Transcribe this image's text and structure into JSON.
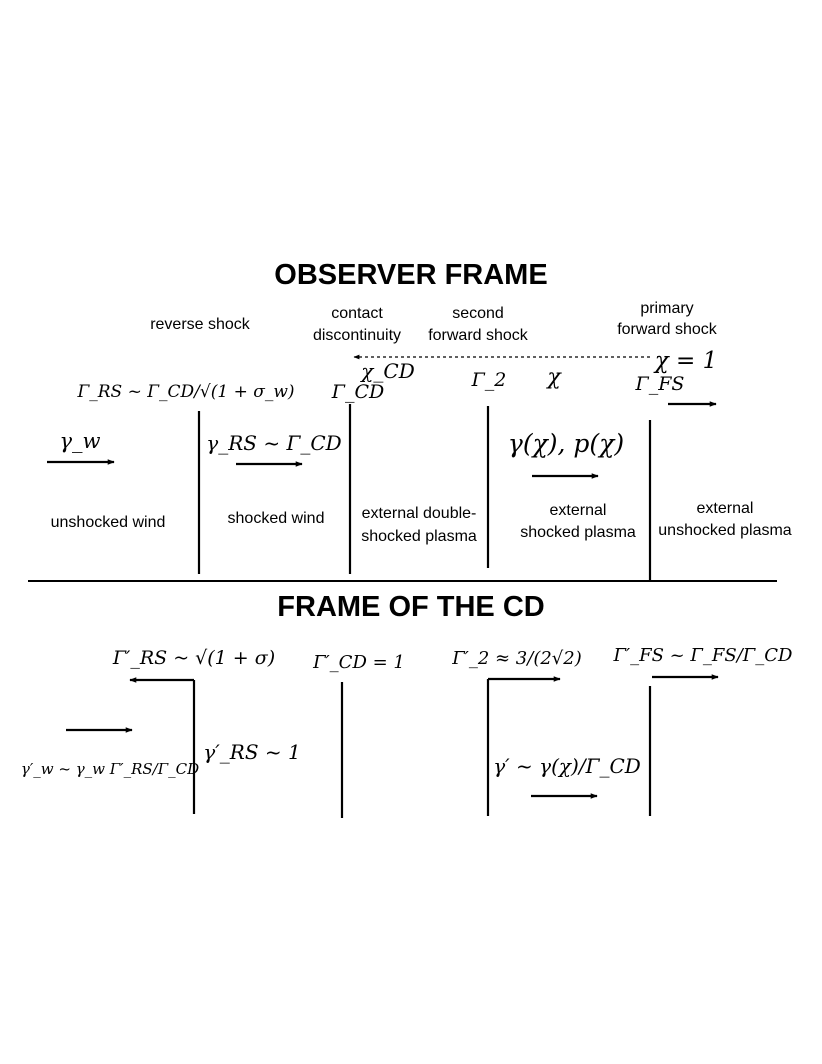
{
  "observer_frame": {
    "title": "OBSERVER FRAME",
    "labels": {
      "reverse_shock": "reverse shock",
      "contact_line1": "contact",
      "contact_line2": "discontinuity",
      "second_line1": "second",
      "second_line2": "forward shock",
      "primary_line1": "primary",
      "primary_line2": "forward shock",
      "unshocked_wind": "unshocked wind",
      "shocked_wind": "shocked wind",
      "double_line1": "external double-",
      "double_line2": "shocked plasma",
      "ext_shocked_line1": "external",
      "ext_shocked_line2": "shocked plasma",
      "ext_unshocked_line1": "external",
      "ext_unshocked_line2": "unshocked plasma"
    },
    "math": {
      "gamma_rs_eq": "Γ_RS ~ Γ_CD/√(1 + σ_w)",
      "gamma_cd": "Γ_CD",
      "chi_cd": "χ_CD",
      "gamma_2": "Γ_2",
      "chi": "χ",
      "chi_eq_1": "χ = 1",
      "gamma_fs": "Γ_FS",
      "gamma_w": "γ_w",
      "gamma_rs_sim": "γ_RS ~ Γ_CD",
      "gamma_p_chi": "γ(χ), p(χ)"
    }
  },
  "cd_frame": {
    "title": "FRAME OF THE CD",
    "math": {
      "gamma_rs_prime": "Γ′_RS ~ √(1 + σ)",
      "gamma_cd_prime": "Γ′_CD = 1",
      "gamma_2_prime": "Γ′_2 ≈ 3/(2√2)",
      "gamma_fs_prime": "Γ′_FS ~ Γ_FS/Γ_CD",
      "gamma_w_prime": "γ′_w ~ γ_w Γ′_RS/Γ_CD",
      "gamma_rs_prime_small": "γ′_RS ~ 1",
      "gamma_prime_chi": "γ′ ~ γ(χ)/Γ_CD"
    }
  }
}
